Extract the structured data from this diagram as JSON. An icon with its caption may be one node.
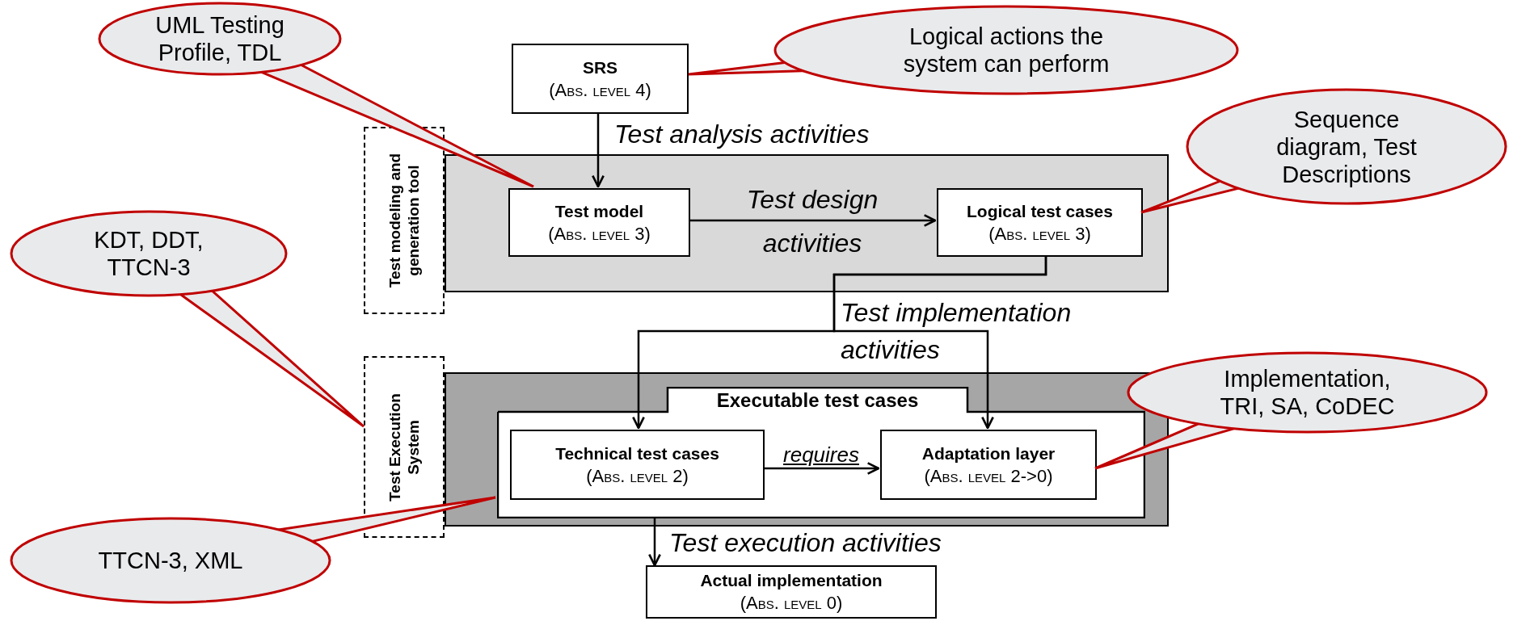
{
  "diagram": {
    "nodes": [
      {
        "text": [
          "UML Testing Profile, TDL"
        ]
      },
      {
        "text": [
          "SRS",
          "(Abs. level 4)"
        ]
      },
      {
        "text": [
          "Logical actions the system can perform"
        ]
      },
      {
        "text": [
          "Test modeling and generation tool"
        ]
      },
      {
        "text": [],
        "shape": "box"
      },
      {
        "text": [
          "Test model",
          "(Abs. level 3)"
        ],
        "in": 4
      },
      {
        "text": [
          "Sequence diagram, Test Descriptions"
        ]
      },
      {
        "text": [
          "Logical test cases",
          "(Abs. level 3)"
        ],
        "in": 4
      },
      {
        "text": [
          "KDT, DDT, TTCN-3"
        ]
      },
      {
        "text": [
          "Test Execution System"
        ]
      },
      {
        "text": [],
        "shape": "box"
      },
      {
        "text": [
          "Executable test cases"
        ],
        "in": 10
      },
      {
        "text": [
          "Technical test cases",
          "(Abs. level 2)"
        ],
        "in": 11
      },
      {
        "text": [
          "Adaptation layer",
          "(Abs. level 2->0)"
        ],
        "in": 11
      },
      {
        "text": [
          "Implementation, TRI, SA, CoDEC"
        ]
      },
      {
        "text": [
          "TTCN-3, XML"
        ]
      },
      {
        "text": [
          "Actual implementation",
          "(Abs. level 0)"
        ]
      }
    ],
    "edges": [
      {
        "from": 0,
        "to": 5,
        "arrow": "none",
        "color": "#c00000"
      },
      {
        "from": 2,
        "to": 1,
        "arrow": "none",
        "color": "#c00000"
      },
      {
        "from": 1,
        "to": 5,
        "arrow": "to",
        "label": "Test analysis activities"
      },
      {
        "from": 5,
        "to": 7,
        "arrow": "to",
        "label": "Test design activities"
      },
      {
        "from": 6,
        "to": 7,
        "arrow": "none",
        "color": "#c00000"
      },
      {
        "from": 8,
        "to": 9,
        "arrow": "none",
        "color": "#c00000"
      },
      {
        "from": 7,
        "to": 12,
        "arrow": "to",
        "label": "Test implementation activities"
      },
      {
        "from": 7,
        "to": 13,
        "arrow": "to"
      },
      {
        "from": 12,
        "to": 13,
        "arrow": "to",
        "label": "requires"
      },
      {
        "from": 14,
        "to": 13,
        "arrow": "none",
        "color": "#c00000"
      },
      {
        "from": 15,
        "to": 11,
        "arrow": "none",
        "color": "#c00000"
      },
      {
        "from": 11,
        "to": 16,
        "arrow": "to",
        "label": "Test execution activities"
      }
    ]
  }
}
